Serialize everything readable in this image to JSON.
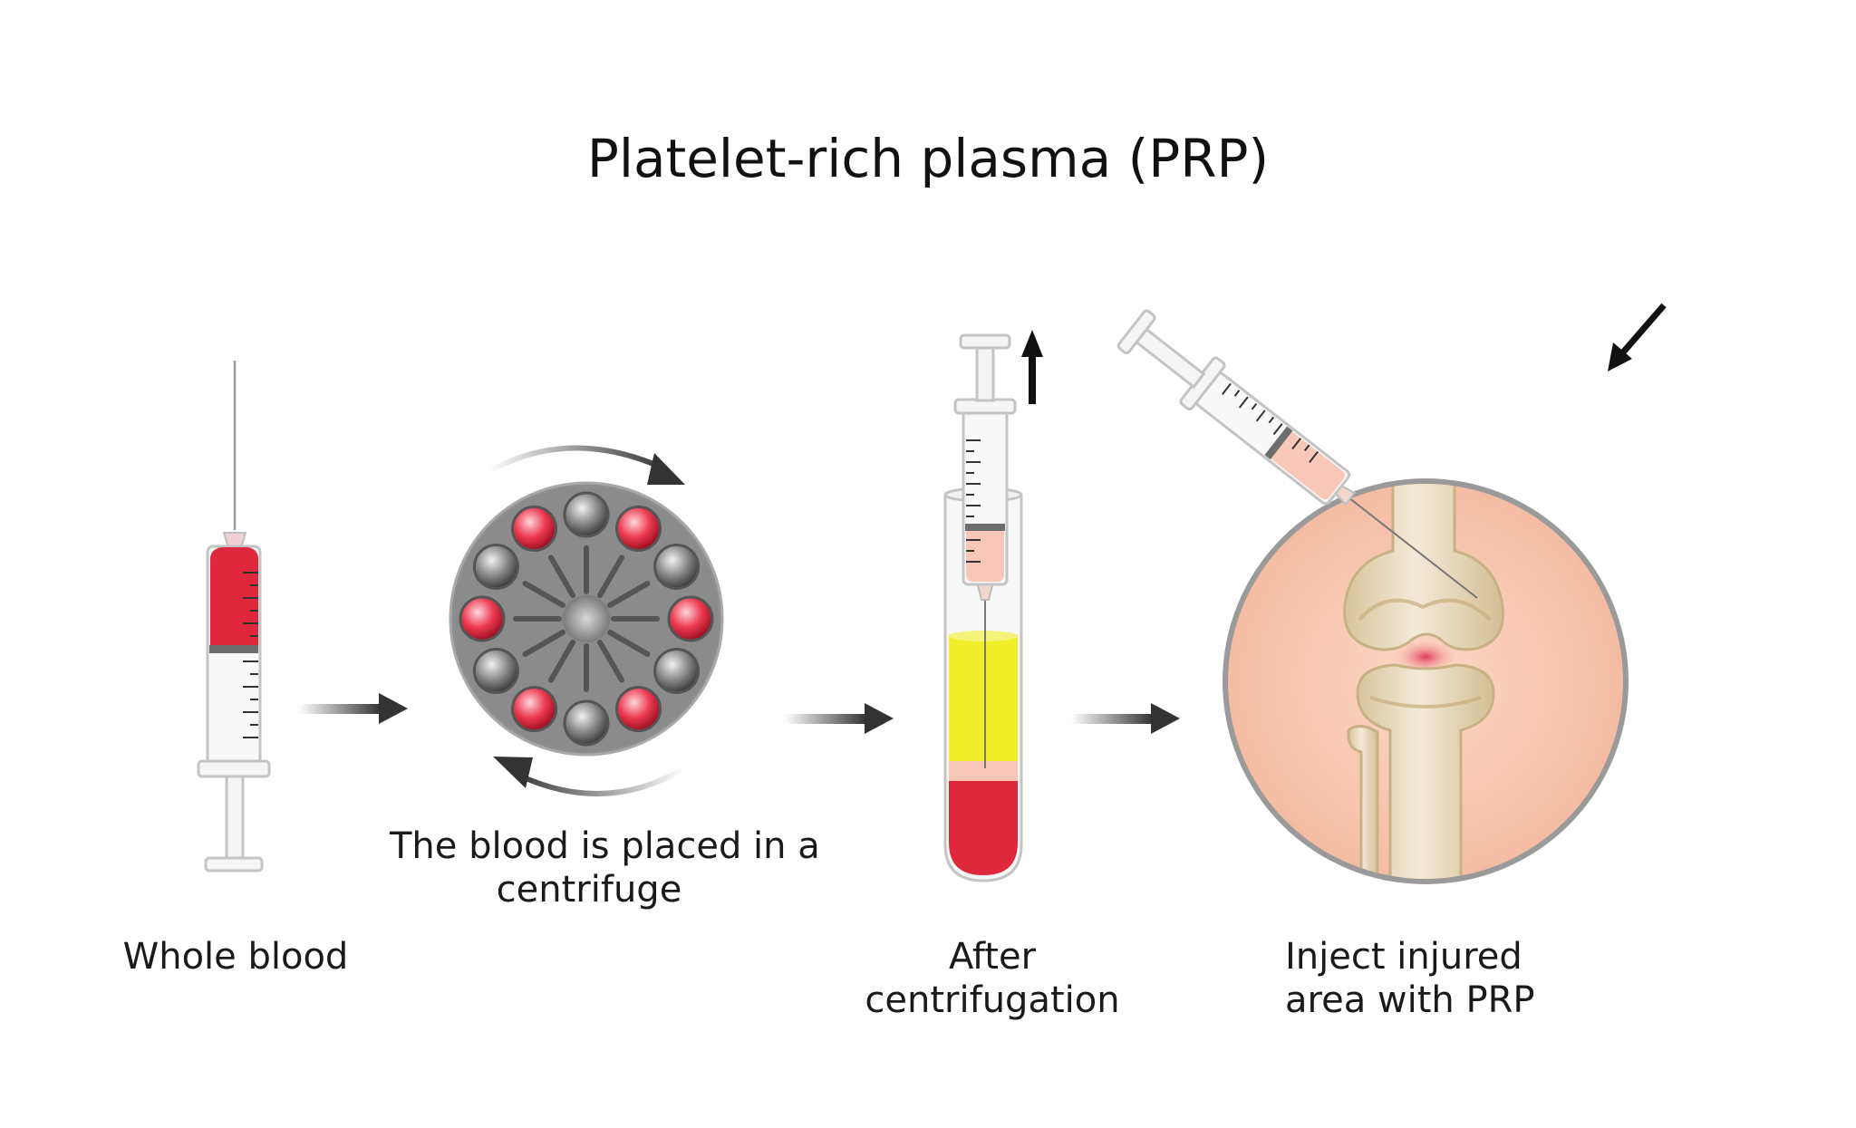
{
  "title": "Platelet-rich plasma (PRP)",
  "steps": [
    {
      "id": "whole-blood",
      "lines": [
        "Whole blood"
      ]
    },
    {
      "id": "centrifuge",
      "lines": [
        "The blood is placed in a",
        "centrifuge"
      ]
    },
    {
      "id": "after-centrifugation",
      "lines": [
        "After",
        "centrifugation"
      ]
    },
    {
      "id": "inject",
      "lines": [
        "Inject injured",
        "area with PRP"
      ]
    }
  ],
  "colors": {
    "blood_red": "#e0283c",
    "plasma_yellow": "#f2ef2a",
    "prp_pink": "#f7c8b8",
    "centrifuge_gray": "#8e8e8e",
    "joint_bg": "#f8c9b3",
    "bone": "#e9dcc0",
    "arrow": "#333333"
  },
  "icons": [
    "syringe-icon",
    "centrifuge-icon",
    "test-tube-icon",
    "knee-joint-icon",
    "step-arrow-icon",
    "rotation-arrow-icon",
    "direction-arrow-icon"
  ]
}
